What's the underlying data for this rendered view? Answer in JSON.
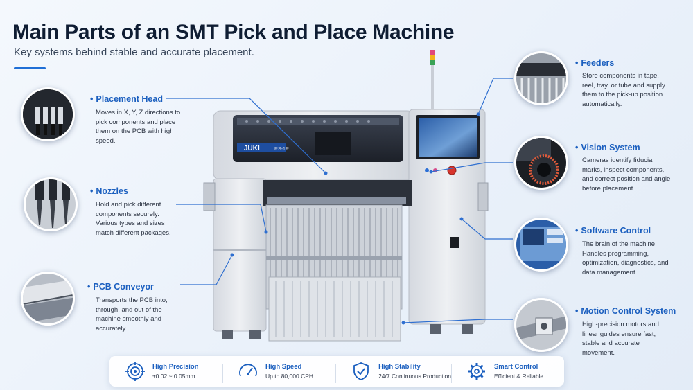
{
  "header": {
    "title": "Main Parts of an SMT Pick and Place Machine",
    "subtitle": "Key systems behind stable and accurate placement."
  },
  "machine": {
    "brand_logo": "JUKI",
    "model": "RS-1R"
  },
  "features_left": [
    {
      "title": "Placement Head",
      "description": "Moves in X, Y, Z directions to pick components and place them on the PCB with high speed."
    },
    {
      "title": "Nozzles",
      "description": "Hold and pick different components securely. Various types and sizes match different packages."
    },
    {
      "title": "PCB Conveyor",
      "description": "Transports the PCB into, through, and out of the machine smoothly and accurately."
    }
  ],
  "features_right": [
    {
      "title": "Feeders",
      "description": "Store components in tape, reel, tray, or tube and supply them to the pick-up position automatically."
    },
    {
      "title": "Vision System",
      "description": "Cameras identify fiducial marks, inspect components, and correct position and angle before placement."
    },
    {
      "title": "Software Control",
      "description": "The brain of the machine. Handles programming, optimization, diagnostics, and data management."
    },
    {
      "title": "Motion Control System",
      "description": "High-precision motors and linear guides ensure fast, stable and accurate movement."
    }
  ],
  "stats": [
    {
      "title": "High Precision",
      "sub": "±0.02 ~ 0.05mm",
      "icon": "target-icon"
    },
    {
      "title": "High Speed",
      "sub": "Up to 80,000 CPH",
      "icon": "speedometer-icon"
    },
    {
      "title": "High Stability",
      "sub": "24/7 Continuous Production",
      "icon": "shield-check-icon"
    },
    {
      "title": "Smart Control",
      "sub": "Efficient & Reliable",
      "icon": "gear-icon"
    }
  ],
  "colors": {
    "accent": "#1b5fbf",
    "title": "#0f1d33",
    "machine_body": "#e4e7ec",
    "machine_dark": "#2a2f38"
  }
}
